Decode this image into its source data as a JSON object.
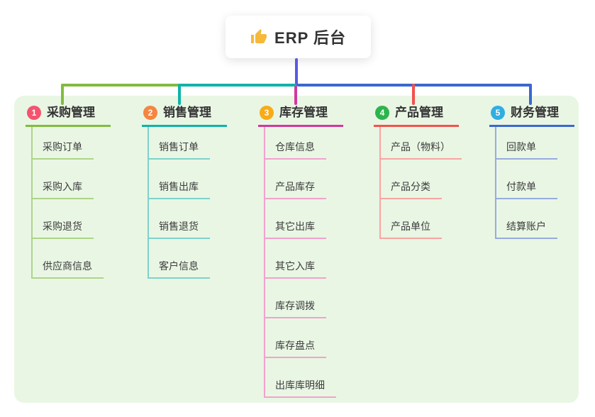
{
  "root": {
    "title": "ERP 后台",
    "icon": "thumbs-up-icon",
    "icon_color": "#f6b93b",
    "line_color": "#5a5be0"
  },
  "backdrop_color": "#e9f6e4",
  "branches": [
    {
      "num": "1",
      "title": "采购管理",
      "badge_color": "#f4536f",
      "line_color": "#84bb40",
      "child_line_color": "#aed489",
      "children": [
        "采购订单",
        "采购入库",
        "采购退货",
        "供应商信息"
      ]
    },
    {
      "num": "2",
      "title": "销售管理",
      "badge_color": "#f68540",
      "line_color": "#10b3a8",
      "child_line_color": "#7fd2cb",
      "children": [
        "销售订单",
        "销售出库",
        "销售退货",
        "客户信息"
      ]
    },
    {
      "num": "3",
      "title": "库存管理",
      "badge_color": "#f9ab17",
      "line_color": "#d2389e",
      "child_line_color": "#f2a2ce",
      "children": [
        "仓库信息",
        "产品库存",
        "其它出库",
        "其它入库",
        "库存调拨",
        "库存盘点",
        "出库库明细"
      ]
    },
    {
      "num": "4",
      "title": "产品管理",
      "badge_color": "#2eb44d",
      "line_color": "#f2524e",
      "child_line_color": "#f8a5a2",
      "children": [
        "产品（物料）",
        "产品分类",
        "产品单位"
      ]
    },
    {
      "num": "5",
      "title": "财务管理",
      "badge_color": "#30aee2",
      "line_color": "#3b68cf",
      "child_line_color": "#97abdf",
      "children": [
        "回款单",
        "付款单",
        "结算账户"
      ]
    }
  ]
}
